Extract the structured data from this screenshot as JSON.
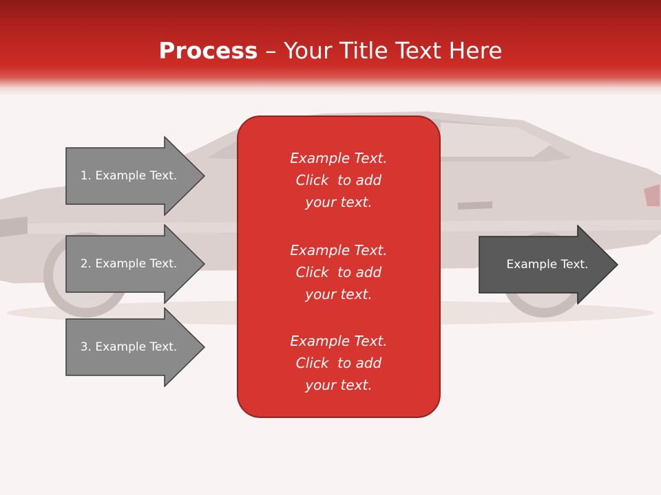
{
  "slide": {
    "title_bold": "Process",
    "title_rest": " – Your Title Text Here"
  },
  "left_steps": [
    {
      "label": "1. Example Text."
    },
    {
      "label": "2. Example Text."
    },
    {
      "label": "3. Example Text."
    }
  ],
  "center_box": {
    "paragraphs": [
      {
        "line1": "Example Text.",
        "line2": "Click  to add",
        "line3": "your text."
      },
      {
        "line1": "Example Text.",
        "line2": "Click  to add",
        "line3": "your text."
      },
      {
        "line1": "Example Text.",
        "line2": "Click  to add",
        "line3": "your text."
      }
    ]
  },
  "right_step": {
    "label": "Example Text."
  },
  "colors": {
    "header_red": "#cd2c26",
    "box_red": "#d63530",
    "arrow_gray": "#8a8a8a",
    "arrow_dark": "#5a5a5a"
  },
  "icons": {
    "background": "car-silhouette"
  }
}
